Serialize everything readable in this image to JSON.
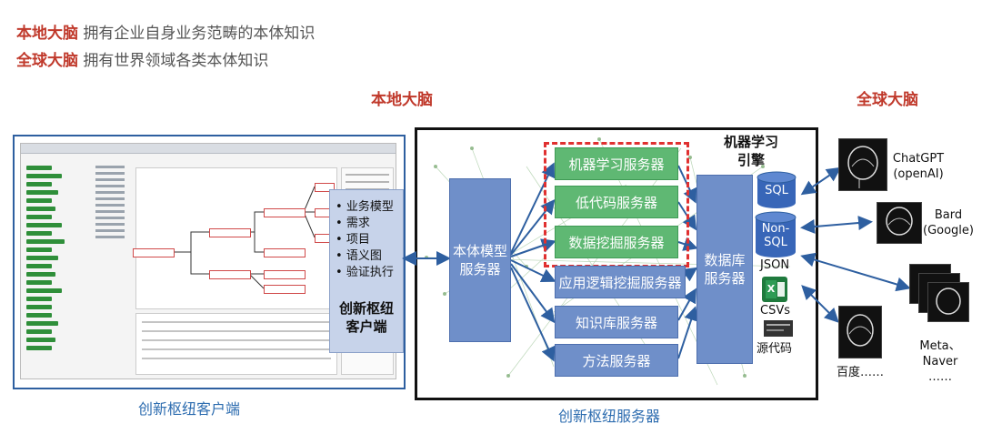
{
  "legend": [
    {
      "key": "本地大脑",
      "desc": "拥有企业自身业务范畴的本体知识"
    },
    {
      "key": "全球大脑",
      "desc": "拥有世界领域各类本体知识"
    }
  ],
  "titles": {
    "local": "本地大脑",
    "global": "全球大脑"
  },
  "client": {
    "items": [
      "业务模型",
      "需求",
      "项目",
      "语义图",
      "验证执行"
    ],
    "title_line1": "创新枢纽",
    "title_line2": "客户端",
    "caption": "创新枢纽客户端"
  },
  "server": {
    "ontology_line1": "本体模型",
    "ontology_line2": "服务器",
    "servers": [
      "机器学习服务器",
      "低代码服务器",
      "数据挖掘服务器",
      "应用逻辑挖掘服务器",
      "知识库服务器",
      "方法服务器"
    ],
    "db_line1": "数据库",
    "db_line2": "服务器",
    "engine_line1": "机器学习",
    "engine_line2": "引擎",
    "caption": "创新枢纽服务器"
  },
  "data_sources": {
    "sql": "SQL",
    "nosql_line1": "Non-",
    "nosql_line2": "SQL",
    "json": "JSON",
    "csv": "CSVs",
    "source_code": "源代码"
  },
  "global_brains": {
    "chatgpt_line1": "ChatGPT",
    "chatgpt_line2": "(openAI)",
    "bard_line1": "Bard",
    "bard_line2": "(Google)",
    "meta_line1": "Meta、Naver",
    "meta_line2": "……",
    "baidu": "百度……"
  },
  "colors": {
    "accent_red": "#c0392b",
    "caption_blue": "#2e6db0",
    "server_blue": "#6f8fc9",
    "server_green": "#5fb873"
  }
}
